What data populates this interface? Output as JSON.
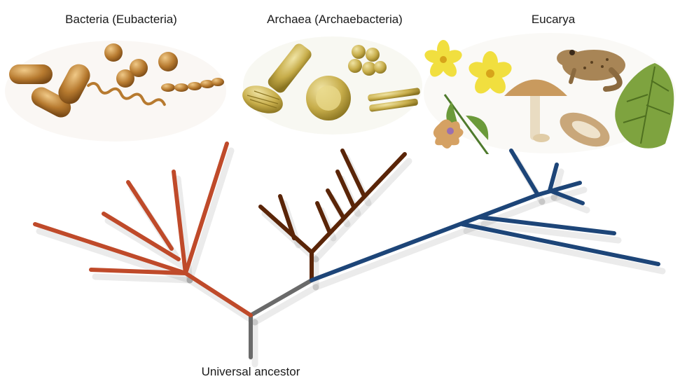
{
  "labels": {
    "bacteria": "Bacteria (Eubacteria)",
    "archaea": "Archaea (Archaebacteria)",
    "eucarya": "Eucarya",
    "root": "Universal ancestor"
  },
  "colors": {
    "bacteria_branch": "#bf4a2a",
    "archaea_branch": "#5a2508",
    "eucarya_branch": "#1d4578",
    "stem": "#6a6a6a",
    "bacteria_cell": "#b77a2f",
    "archaea_cell": "#c7ad4a",
    "leaf": "#7ea33f",
    "flower": "#f1df3f",
    "mushroom": "#c99a5e",
    "frog": "#a88556"
  },
  "icons": {
    "bacteria_panel": "bacteria-cells-illustration",
    "archaea_panel": "archaea-cells-illustration",
    "eucarya_panel": "eukaryote-organisms-illustration"
  }
}
